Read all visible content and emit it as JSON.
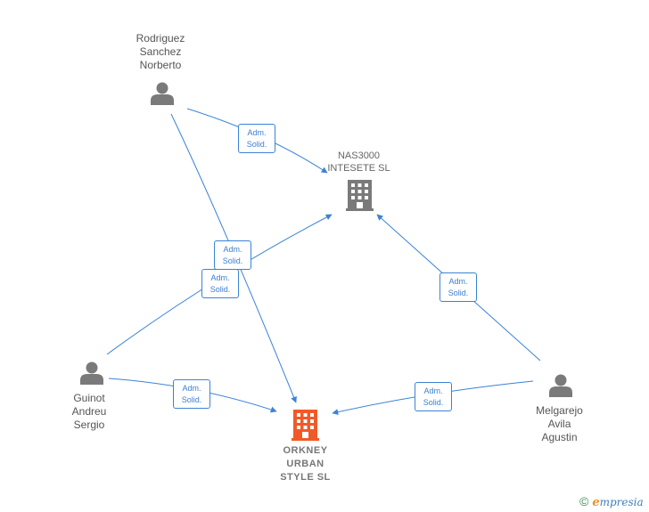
{
  "persons": {
    "rodriguez": {
      "name": "Rodriguez\nSanchez\nNorberto"
    },
    "guinot": {
      "name": "Guinot\nAndreu\nSergio"
    },
    "melgarejo": {
      "name": "Melgarejo\nAvila\nAgustin"
    }
  },
  "companies": {
    "nas3000": {
      "name": "NAS3000\nINTESETE SL"
    },
    "orkney": {
      "name": "ORKNEY\nURBAN\nSTYLE  SL"
    }
  },
  "edges": {
    "e1": {
      "label": "Adm.\nSolid."
    },
    "e2": {
      "label": "Adm.\nSolid."
    },
    "e3": {
      "label": "Adm.\nSolid."
    },
    "e4": {
      "label": "Adm.\nSolid."
    },
    "e5": {
      "label": "Adm.\nSolid."
    },
    "e6": {
      "label": "Adm.\nSolid."
    }
  },
  "brand": {
    "copyright": "©",
    "e": "e",
    "text": "mpresia"
  },
  "colors": {
    "edge": "#3b83d6",
    "person_icon": "#7a7a7a",
    "company_icon": "#7a7a7a",
    "main_company_icon": "#f05a28"
  }
}
